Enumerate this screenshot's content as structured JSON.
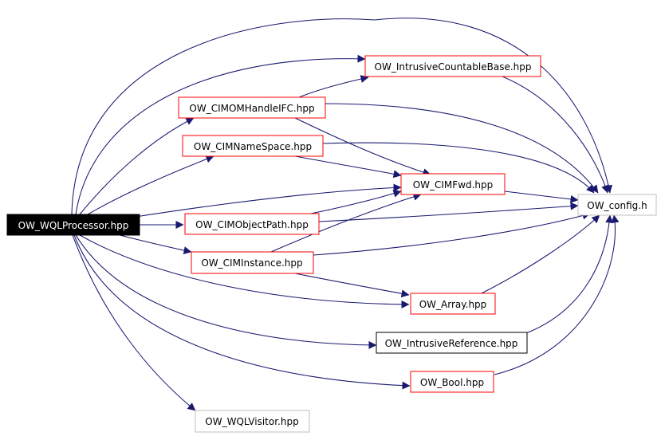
{
  "diagram": {
    "colors": {
      "edge": "#191970",
      "border_red": "#ff0000",
      "border_black": "#000000",
      "border_gray": "#bfbfbf",
      "root_fill": "#000000",
      "root_text": "#ffffff",
      "text": "#000000"
    },
    "nodes": {
      "root": {
        "label": "OW_WQLProcessor.hpp",
        "style": "root"
      },
      "intrusive_countable_base": {
        "label": "OW_IntrusiveCountableBase.hpp",
        "style": "red"
      },
      "cimomhandleifc": {
        "label": "OW_CIMOMHandleIFC.hpp",
        "style": "red"
      },
      "cimnamespace": {
        "label": "OW_CIMNameSpace.hpp",
        "style": "red"
      },
      "cimfwd": {
        "label": "OW_CIMFwd.hpp",
        "style": "red"
      },
      "config": {
        "label": "OW_config.h",
        "style": "gray"
      },
      "cimobjectpath": {
        "label": "OW_CIMObjectPath.hpp",
        "style": "red"
      },
      "ciminstance": {
        "label": "OW_CIMInstance.hpp",
        "style": "red"
      },
      "array": {
        "label": "OW_Array.hpp",
        "style": "red"
      },
      "intrusive_reference": {
        "label": "OW_IntrusiveReference.hpp",
        "style": "black"
      },
      "bool": {
        "label": "OW_Bool.hpp",
        "style": "red"
      },
      "wqlvisitor": {
        "label": "OW_WQLVisitor.hpp",
        "style": "gray"
      }
    },
    "edges": [
      {
        "from": "root",
        "to": "intrusive_countable_base"
      },
      {
        "from": "root",
        "to": "cimomhandleifc"
      },
      {
        "from": "root",
        "to": "cimnamespace"
      },
      {
        "from": "root",
        "to": "cimfwd"
      },
      {
        "from": "root",
        "to": "cimobjectpath"
      },
      {
        "from": "root",
        "to": "ciminstance"
      },
      {
        "from": "root",
        "to": "array"
      },
      {
        "from": "root",
        "to": "intrusive_reference"
      },
      {
        "from": "root",
        "to": "bool"
      },
      {
        "from": "root",
        "to": "wqlvisitor"
      },
      {
        "from": "root",
        "to": "config"
      },
      {
        "from": "cimomhandleifc",
        "to": "intrusive_countable_base"
      },
      {
        "from": "cimomhandleifc",
        "to": "cimfwd"
      },
      {
        "from": "cimomhandleifc",
        "to": "config"
      },
      {
        "from": "cimnamespace",
        "to": "cimfwd"
      },
      {
        "from": "cimnamespace",
        "to": "config"
      },
      {
        "from": "cimobjectpath",
        "to": "cimfwd"
      },
      {
        "from": "cimobjectpath",
        "to": "config"
      },
      {
        "from": "ciminstance",
        "to": "cimfwd"
      },
      {
        "from": "ciminstance",
        "to": "config"
      },
      {
        "from": "ciminstance",
        "to": "array"
      },
      {
        "from": "cimfwd",
        "to": "config"
      },
      {
        "from": "intrusive_countable_base",
        "to": "config"
      },
      {
        "from": "array",
        "to": "config"
      },
      {
        "from": "intrusive_reference",
        "to": "config"
      },
      {
        "from": "bool",
        "to": "config"
      }
    ]
  }
}
